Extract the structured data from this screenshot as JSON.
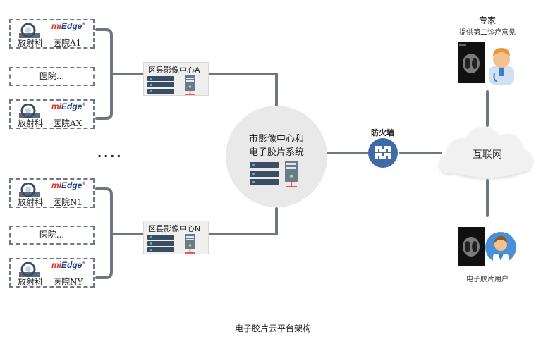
{
  "colors": {
    "wire": "#6e7781",
    "server_dark": "#3b4d62",
    "server_light": "#6ea0cf",
    "server_led": "#9fe07a",
    "firewall": "#3f6aa8",
    "cloud": "#f1f1f1"
  },
  "hospitals": [
    {
      "dept": "放射科",
      "brand_prefix": "mi",
      "brand_rest": "Edge",
      "brand_mark": "®",
      "name": "医院A1"
    },
    {
      "plain": "医院..."
    },
    {
      "dept": "放射科",
      "brand_prefix": "mi",
      "brand_rest": "Edge",
      "brand_mark": "®",
      "name": "医院AX"
    },
    {
      "dept": "放射科",
      "brand_prefix": "mi",
      "brand_rest": "Edge",
      "brand_mark": "®",
      "name": "医院N1"
    },
    {
      "plain": "医院..."
    },
    {
      "dept": "放射科",
      "brand_prefix": "mi",
      "brand_rest": "Edge",
      "brand_mark": "®",
      "name": "医院NY"
    }
  ],
  "ellipsis": "....",
  "county_centers": [
    {
      "label": "区县影像中心A"
    },
    {
      "label": "区县影像中心N"
    }
  ],
  "city_center": {
    "line1": "市影像中心和",
    "line2": "电子胶片系统"
  },
  "firewall": {
    "label": "防火墙",
    "icon": "brick-wall-icon"
  },
  "internet": {
    "label": "互联网",
    "icon": "cloud-icon"
  },
  "expert": {
    "title": "专家",
    "subtitle": "提供第二诊疗意见",
    "icon": "doctor-icon"
  },
  "film_user": {
    "label": "电子胶片用户",
    "icon": "user-icon"
  },
  "caption": "电子胶片云平台架构"
}
